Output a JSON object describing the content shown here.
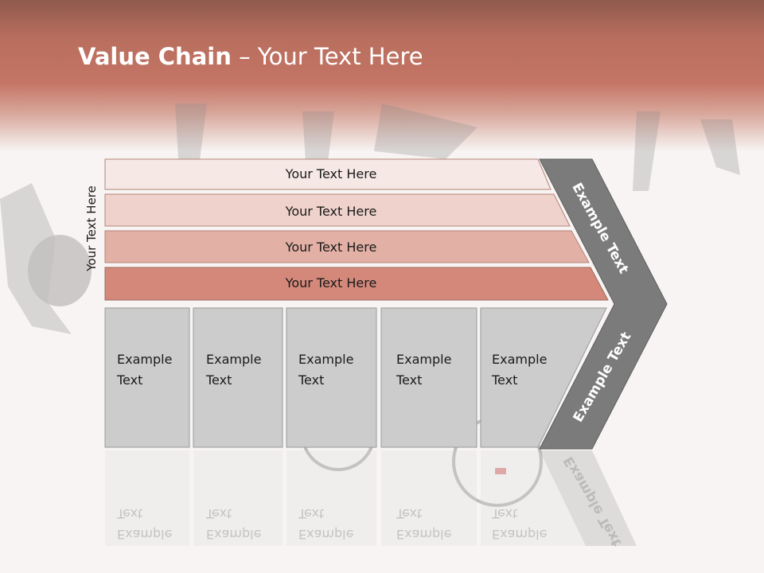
{
  "title": {
    "bold": "Value Chain",
    "rest": " – Your Text Here"
  },
  "side_label": "Your Text Here",
  "bars": [
    "Your Text Here",
    "Your Text Here",
    "Your Text Here",
    "Your Text Here"
  ],
  "boxes": [
    {
      "line1": "Example",
      "line2": "Text"
    },
    {
      "line1": "Example",
      "line2": "Text"
    },
    {
      "line1": "Example",
      "line2": "Text"
    },
    {
      "line1": "Example",
      "line2": "Text"
    },
    {
      "line1": "Example",
      "line2": "Text"
    }
  ],
  "chevron_upper": "Example Text",
  "chevron_lower": "Example Text",
  "colors": {
    "header": "#c57565",
    "bar1": "#f5e8e5",
    "bar2": "#eed2cb",
    "bar3": "#e2b0a5",
    "bar4": "#d3887a",
    "box": "#cccccc",
    "chevron": "#7b7b7b"
  }
}
